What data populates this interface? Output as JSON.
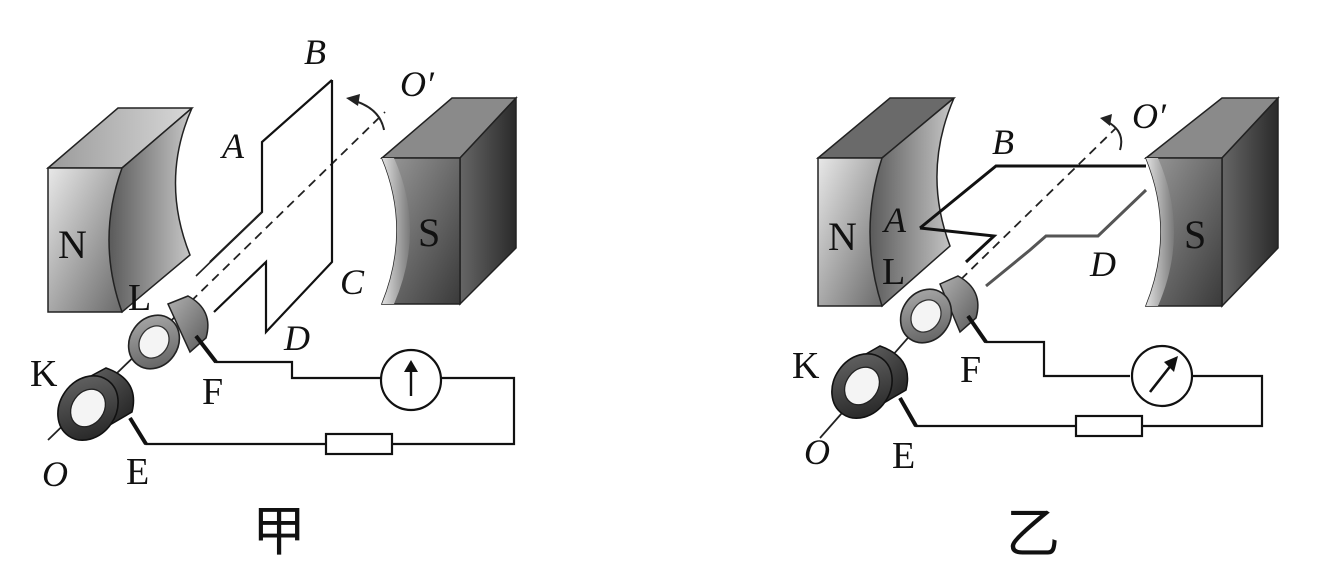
{
  "diagram_left": {
    "caption": "甲",
    "labels": {
      "A": "A",
      "B": "B",
      "C": "C",
      "D": "D",
      "O": "O",
      "O_prime": "O′",
      "N": "N",
      "S": "S",
      "K": "K",
      "L": "L",
      "E": "E",
      "F": "F"
    }
  },
  "diagram_right": {
    "caption": "乙",
    "labels": {
      "A": "A",
      "B": "B",
      "D": "D",
      "O": "O",
      "O_prime": "O′",
      "N": "N",
      "S": "S",
      "K": "K",
      "L": "L",
      "E": "E",
      "F": "F"
    }
  }
}
